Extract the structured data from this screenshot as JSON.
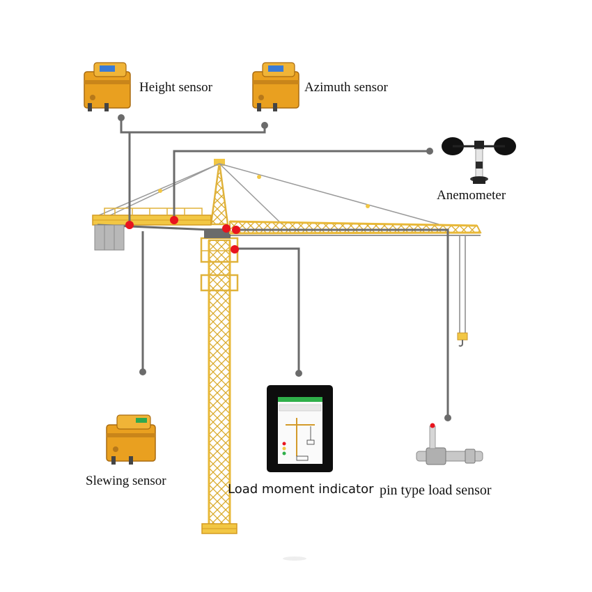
{
  "labels": {
    "height_sensor": "Height sensor",
    "azimuth_sensor": "Azimuth sensor",
    "anemometer": "Anemometer",
    "slewing_sensor": "Slewing sensor",
    "load_moment_indicator": "Load moment indicator",
    "pin_type_load_sensor": "pin type load sensor"
  },
  "colors": {
    "crane_yellow": "#f2c744",
    "sensor_orange": "#e9a020",
    "connector_gray": "#6b6b6b",
    "sensor_dot_red": "#e8141e"
  }
}
